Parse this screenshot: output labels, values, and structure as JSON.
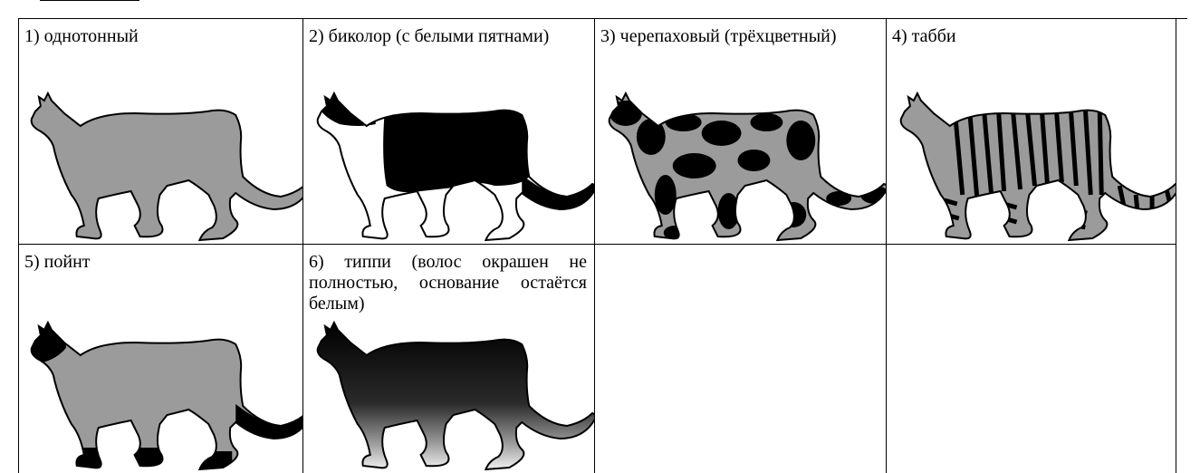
{
  "cells": [
    {
      "caption": "1) однотонный"
    },
    {
      "caption": "2) биколор (с белыми пятнами)"
    },
    {
      "caption": "3) черепаховый (трёхцветный)"
    },
    {
      "caption": "4) табби"
    },
    {
      "caption": "5) пойнт"
    },
    {
      "caption": "6) типпи (волос окрашен не полностью, основание остаётся белым)"
    },
    {
      "caption": ""
    },
    {
      "caption": ""
    }
  ],
  "colors": {
    "solid_gray": "#9b9b9b",
    "black": "#000000",
    "white": "#ffffff",
    "border": "#000000"
  },
  "icons": [
    "cat-silhouette-solid",
    "cat-silhouette-bicolor",
    "cat-silhouette-tortoiseshell",
    "cat-silhouette-tabby",
    "cat-silhouette-point",
    "cat-silhouette-tipped"
  ]
}
